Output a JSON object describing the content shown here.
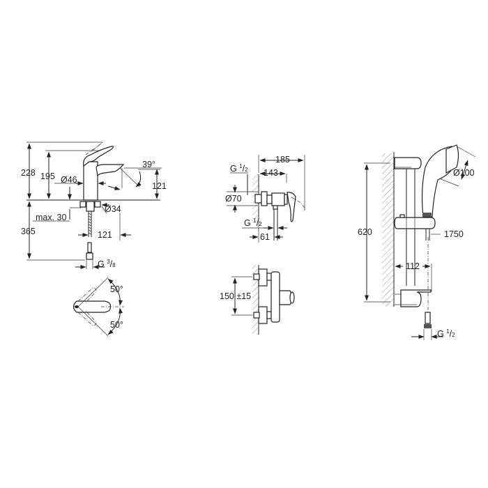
{
  "drawing": {
    "title": "Technical dimension drawing of bathroom fittings set",
    "line_color": "#222222",
    "background": "#ffffff",
    "views": [
      {
        "name": "basin-mixer",
        "dimensions": {
          "total_height": "228",
          "spout_height": "195",
          "body_diameter": "Ø46",
          "spout_angle": "39°",
          "spout_clearance": "121",
          "mount_hole": "Ø34",
          "max_deck": "max. 30",
          "below_deck": "365",
          "spout_reach": "121",
          "connection_g": "G",
          "connection_num": "3",
          "connection_den": "8"
        },
        "plan_view": {
          "angle_left": "50°",
          "angle_right": "50°"
        }
      },
      {
        "name": "shower-mixer",
        "dimensions": {
          "total_depth": "185",
          "body_depth": "143",
          "inlet_g": "G",
          "inlet_num": "1",
          "inlet_den": "2",
          "rosette": "Ø70",
          "outlet_g": "G",
          "outlet_num": "1",
          "outlet_den": "2",
          "outlet_offset": "61"
        },
        "front_view": {
          "centres": "150 ±15"
        }
      },
      {
        "name": "shower-rail-set",
        "dimensions": {
          "rail_length": "620",
          "hand_shower": "Ø100",
          "hose_length": "1750",
          "projection": "112",
          "connection_g": "G",
          "connection_num": "1",
          "connection_den": "2"
        }
      }
    ]
  }
}
